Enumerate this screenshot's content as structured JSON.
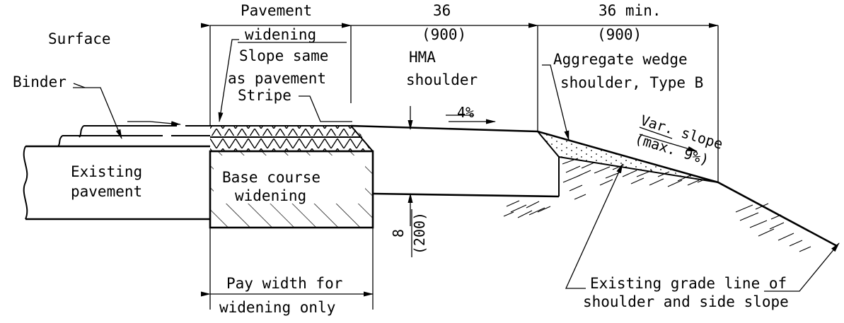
{
  "labels": {
    "pavement_widening_1": "Pavement",
    "pavement_widening_2": "widening",
    "dim_shoulder_in": "36",
    "dim_shoulder_mm": "(900)",
    "dim_wedge_in": "36 min.",
    "dim_wedge_mm": "(900)",
    "surface": "Surface",
    "binder": "Binder",
    "slope_same_1": "Slope same",
    "slope_same_2": "as pavement",
    "hma_1": "HMA",
    "hma_2": "shoulder",
    "stripe": "Stripe",
    "slope_pct": "4%",
    "aggregate_1": "Aggregate wedge",
    "aggregate_2": "shoulder, Type B",
    "var_slope_1": "Var. slope",
    "var_slope_2": "(max. 9%)",
    "existing_pavement_1": "Existing",
    "existing_pavement_2": "pavement",
    "base_course_1": "Base course",
    "base_course_2": "widening",
    "depth_in": "8",
    "depth_mm": "(200)",
    "pay_width_1": "Pay width for",
    "pay_width_2": "widening only",
    "grade_line_1": "Existing grade line of",
    "grade_line_2": "shoulder and side slope"
  },
  "colors": {
    "ink": "#000000",
    "background": "#ffffff"
  }
}
